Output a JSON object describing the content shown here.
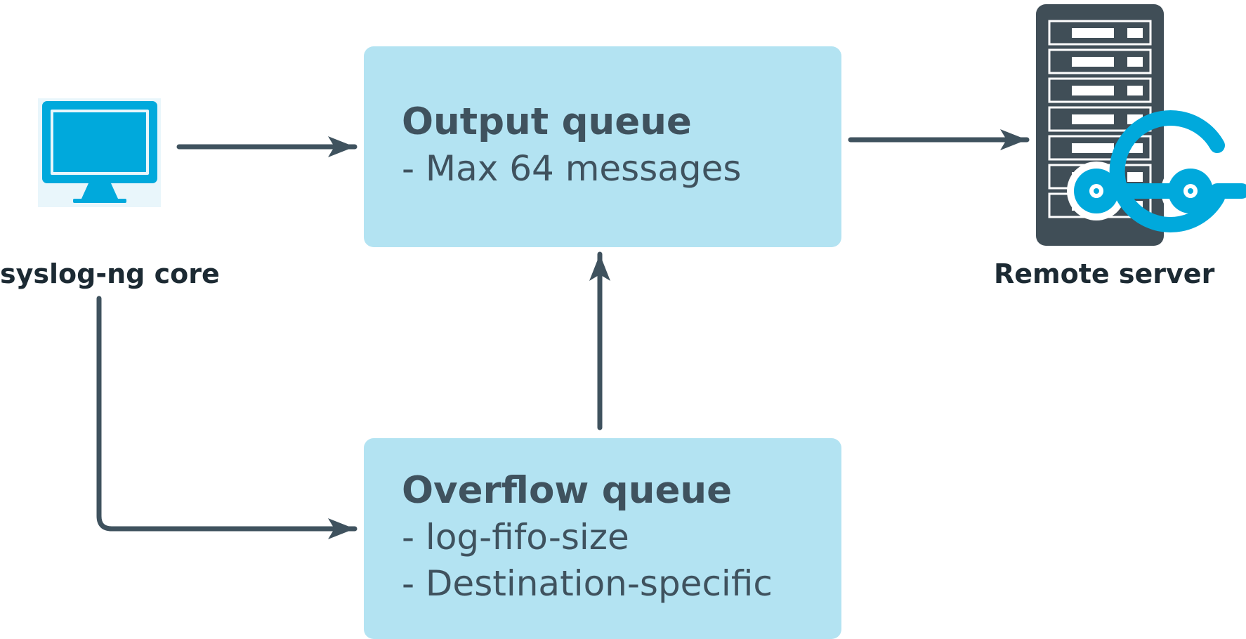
{
  "nodes": {
    "core": {
      "label": "syslog-ng core",
      "icon": "monitor-icon"
    },
    "server": {
      "label": "Remote server",
      "icon": "server-rack-icon",
      "badge_icon": "connector-icon"
    }
  },
  "queues": {
    "output": {
      "title": "Output queue",
      "lines": [
        "- Max 64 messages"
      ]
    },
    "overflow": {
      "title": "Overflow queue",
      "lines": [
        "- log-fifo-size",
        "- Destination-specific"
      ]
    }
  },
  "colors": {
    "box_fill": "#b3e3f2",
    "text": "#3f525e",
    "arrow": "#3f525e",
    "accent": "#00a9dc",
    "server": "#404e57",
    "label": "#1c2a33"
  }
}
